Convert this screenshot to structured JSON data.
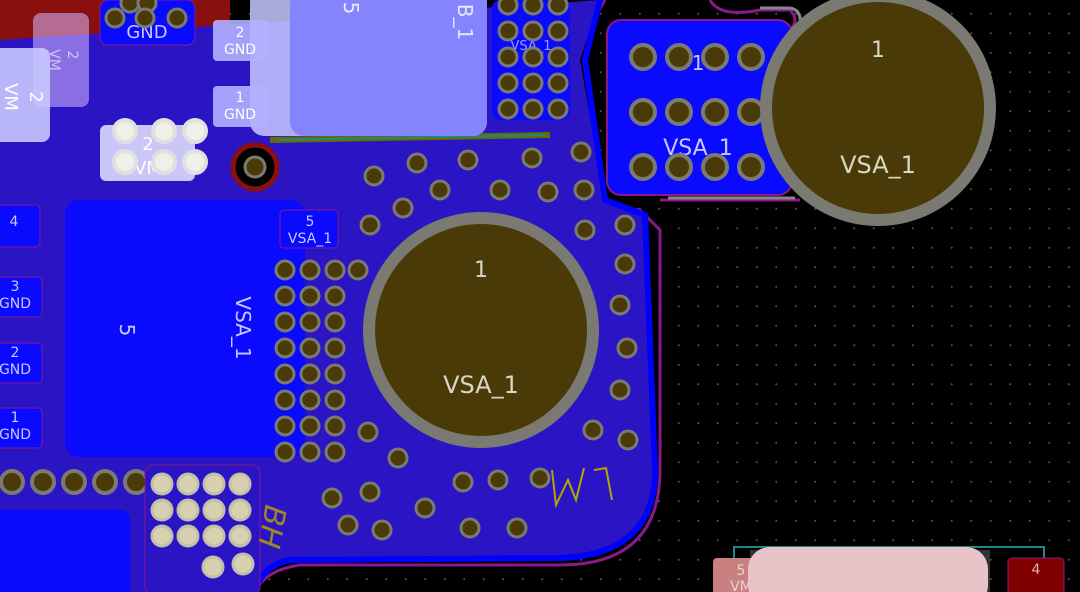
{
  "pads": {
    "big_top_right": {
      "number": "1",
      "net": "VSA_1"
    },
    "big_center": {
      "number": "1",
      "net": "VSA_1"
    },
    "right_block": {
      "number": "1",
      "net": "VSA_1"
    },
    "left_block": {
      "number": "5",
      "net": "VSA_1"
    },
    "left_block_small": {
      "number": "5",
      "net": "VSA_1"
    },
    "top_gnd_2": {
      "number": "2",
      "net": "GND"
    },
    "top_gnd_1": {
      "number": "1",
      "net": "GND"
    },
    "top_gnd_block": {
      "net": "GND"
    },
    "top_large": {
      "number": "5",
      "net": "B_1"
    },
    "top_right_vias_net": "VSA_1",
    "left_gnd_3": {
      "number": "3",
      "net": "GND"
    },
    "left_gnd_2": {
      "number": "2",
      "net": "GND"
    },
    "left_gnd_1": {
      "number": "1",
      "net": "GND"
    },
    "left_pad_4": {
      "number": "4"
    },
    "vm_left": {
      "number": "2",
      "net": "VM"
    },
    "vm_left_faded": {
      "number": "2",
      "net": "VM"
    },
    "vm_center": {
      "number": "2",
      "net": "VM"
    },
    "bottom_vm": {
      "number": "5",
      "net": "VM"
    },
    "bottom_pad_4": {
      "number": "4"
    }
  },
  "silkscreen": {
    "w1": "W1",
    "bh": "BH"
  },
  "colors": {
    "copper": "#0000ff",
    "pour": "#2a14c4",
    "pad_fill": "#4a3a08",
    "ring": "#7a7a72",
    "edge": "#8a1a8a",
    "silk": "#b8a400"
  }
}
